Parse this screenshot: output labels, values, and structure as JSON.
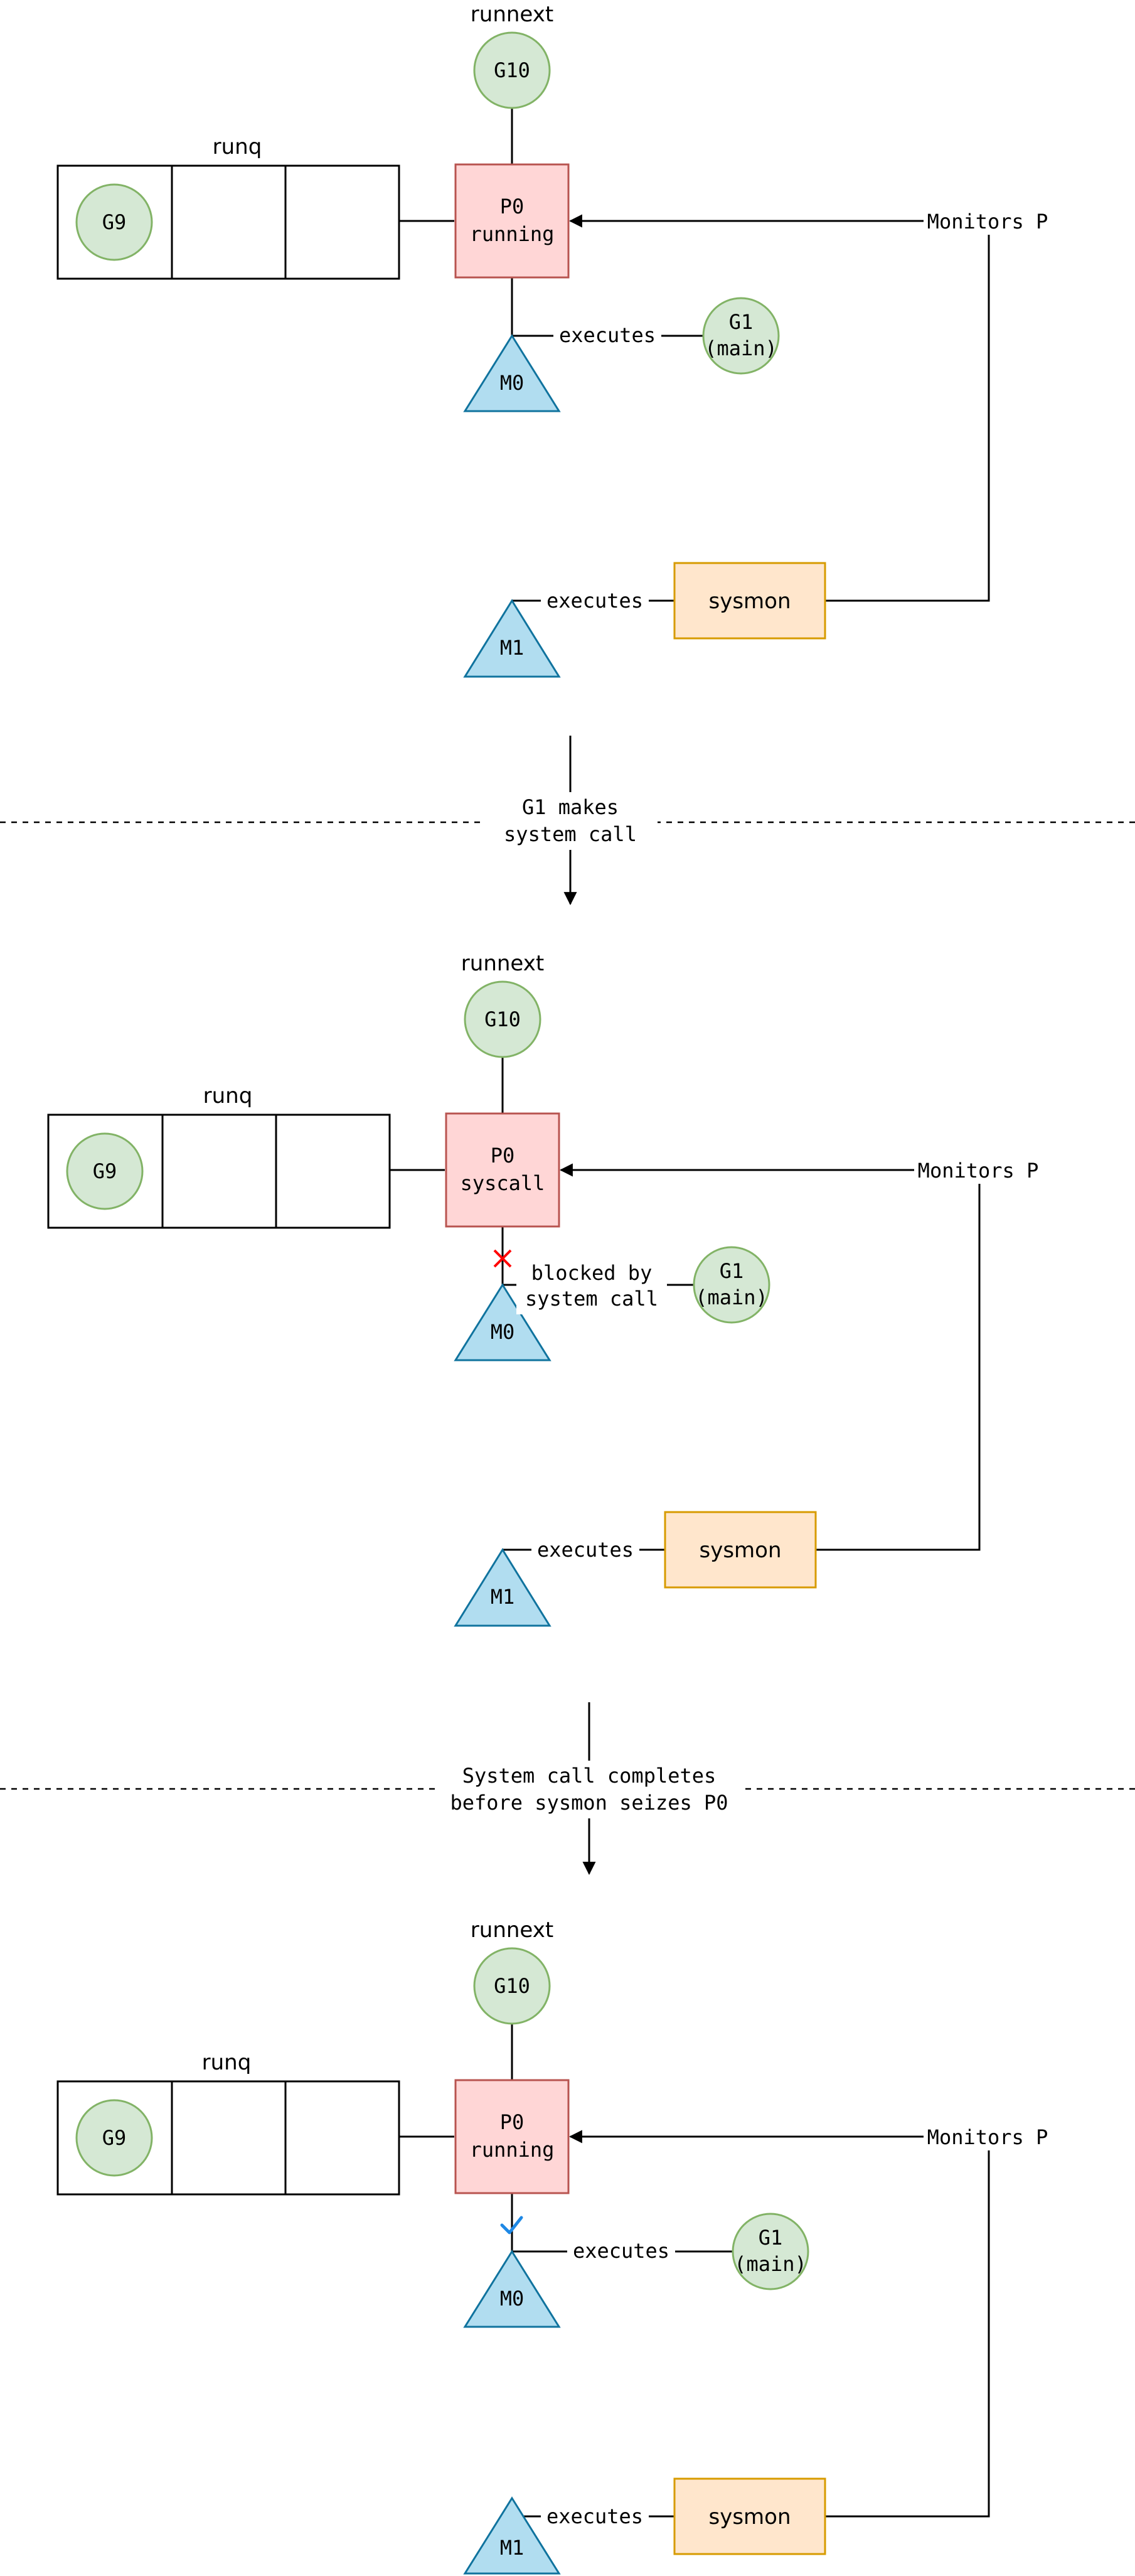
{
  "colors": {
    "goroutine_fill": "#d5e8d4",
    "goroutine_stroke": "#82b366",
    "processor_fill": "#ffd6d6",
    "processor_stroke": "#b85450",
    "machine_fill": "#b1ddf0",
    "machine_stroke": "#10739e",
    "sysmon_fill": "#ffe6cc",
    "sysmon_stroke": "#d79b00",
    "blocked_mark": "#ff0000",
    "ok_mark": "#1e88e5"
  },
  "panels": [
    {
      "runnext_label": "runnext",
      "runnext_g": "G10",
      "runq_label": "runq",
      "runq_g": "G9",
      "p_name": "P0",
      "p_state": "running",
      "m0": "M0",
      "m1": "M1",
      "g1_line1": "G1",
      "g1_line2": "(main)",
      "m0_edge_line1": "executes",
      "m0_edge_line2": "",
      "m0_marker": "none",
      "m1_edge": "executes",
      "sysmon": "sysmon",
      "monitors": "Monitors P"
    },
    {
      "runnext_label": "runnext",
      "runnext_g": "G10",
      "runq_label": "runq",
      "runq_g": "G9",
      "p_name": "P0",
      "p_state": "syscall",
      "m0": "M0",
      "m1": "M1",
      "g1_line1": "G1",
      "g1_line2": "(main)",
      "m0_edge_line1": "blocked by",
      "m0_edge_line2": "system call",
      "m0_marker": "x",
      "m1_edge": "executes",
      "sysmon": "sysmon",
      "monitors": "Monitors P"
    },
    {
      "runnext_label": "runnext",
      "runnext_g": "G10",
      "runq_label": "runq",
      "runq_g": "G9",
      "p_name": "P0",
      "p_state": "running",
      "m0": "M0",
      "m1": "M1",
      "g1_line1": "G1",
      "g1_line2": "(main)",
      "m0_edge_line1": "executes",
      "m0_edge_line2": "",
      "m0_marker": "check",
      "m1_edge": "executes",
      "sysmon": "sysmon",
      "monitors": "Monitors P"
    }
  ],
  "transitions": [
    {
      "line1": "G1 makes",
      "line2": "system call"
    },
    {
      "line1": "System call completes",
      "line2": "before sysmon seizes P0"
    }
  ]
}
